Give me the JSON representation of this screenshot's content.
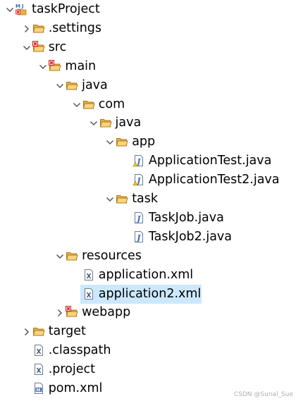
{
  "tree": [
    {
      "label": "taskProject",
      "depth": 0,
      "expander": "expanded",
      "icon": "project-icon",
      "iconName": "java-project-icon"
    },
    {
      "label": ".settings",
      "depth": 1,
      "expander": "collapsed",
      "icon": "folder",
      "iconName": "folder-icon"
    },
    {
      "label": "src",
      "depth": 1,
      "expander": "expanded",
      "icon": "src-folder",
      "iconName": "source-folder-icon"
    },
    {
      "label": "main",
      "depth": 2,
      "expander": "expanded",
      "icon": "src-folder",
      "iconName": "source-folder-icon"
    },
    {
      "label": "java",
      "depth": 3,
      "expander": "expanded",
      "icon": "folder",
      "iconName": "folder-icon"
    },
    {
      "label": "com",
      "depth": 4,
      "expander": "expanded",
      "icon": "folder",
      "iconName": "folder-icon"
    },
    {
      "label": "java",
      "depth": 5,
      "expander": "expanded",
      "icon": "folder",
      "iconName": "folder-icon"
    },
    {
      "label": "app",
      "depth": 6,
      "expander": "expanded",
      "icon": "folder",
      "iconName": "folder-icon"
    },
    {
      "label": "ApplicationTest.java",
      "depth": 7,
      "expander": "none",
      "icon": "java-warn",
      "iconName": "java-file-warning-icon"
    },
    {
      "label": "ApplicationTest2.java",
      "depth": 7,
      "expander": "none",
      "icon": "java-warn",
      "iconName": "java-file-warning-icon"
    },
    {
      "label": "task",
      "depth": 6,
      "expander": "expanded",
      "icon": "folder",
      "iconName": "folder-icon"
    },
    {
      "label": "TaskJob.java",
      "depth": 7,
      "expander": "none",
      "icon": "java",
      "iconName": "java-file-icon"
    },
    {
      "label": "TaskJob2.java",
      "depth": 7,
      "expander": "none",
      "icon": "java",
      "iconName": "java-file-icon"
    },
    {
      "label": "resources",
      "depth": 3,
      "expander": "expanded",
      "icon": "folder",
      "iconName": "folder-icon"
    },
    {
      "label": "application.xml",
      "depth": 4,
      "expander": "none",
      "icon": "xfile",
      "iconName": "xml-file-icon"
    },
    {
      "label": "application2.xml",
      "depth": 4,
      "expander": "none",
      "icon": "xfile",
      "iconName": "xml-file-icon",
      "selected": true
    },
    {
      "label": "webapp",
      "depth": 3,
      "expander": "collapsed",
      "icon": "src-folder",
      "iconName": "source-folder-icon"
    },
    {
      "label": "target",
      "depth": 1,
      "expander": "collapsed",
      "icon": "folder",
      "iconName": "folder-icon"
    },
    {
      "label": ".classpath",
      "depth": 1,
      "expander": "none",
      "icon": "xfile",
      "iconName": "classpath-file-icon"
    },
    {
      "label": ".project",
      "depth": 1,
      "expander": "none",
      "icon": "xfile",
      "iconName": "project-file-icon"
    },
    {
      "label": "pom.xml",
      "depth": 1,
      "expander": "none",
      "icon": "maven",
      "iconName": "maven-pom-icon"
    }
  ],
  "watermark": "CSDN @Sunal_Sue",
  "colors": {
    "selection": "#cce8ff",
    "folder": "#e8b04a",
    "folderDark": "#b07a1a",
    "expander": "#555555",
    "error": "#d21f1f",
    "javaBlue": "#3d6fb8"
  }
}
